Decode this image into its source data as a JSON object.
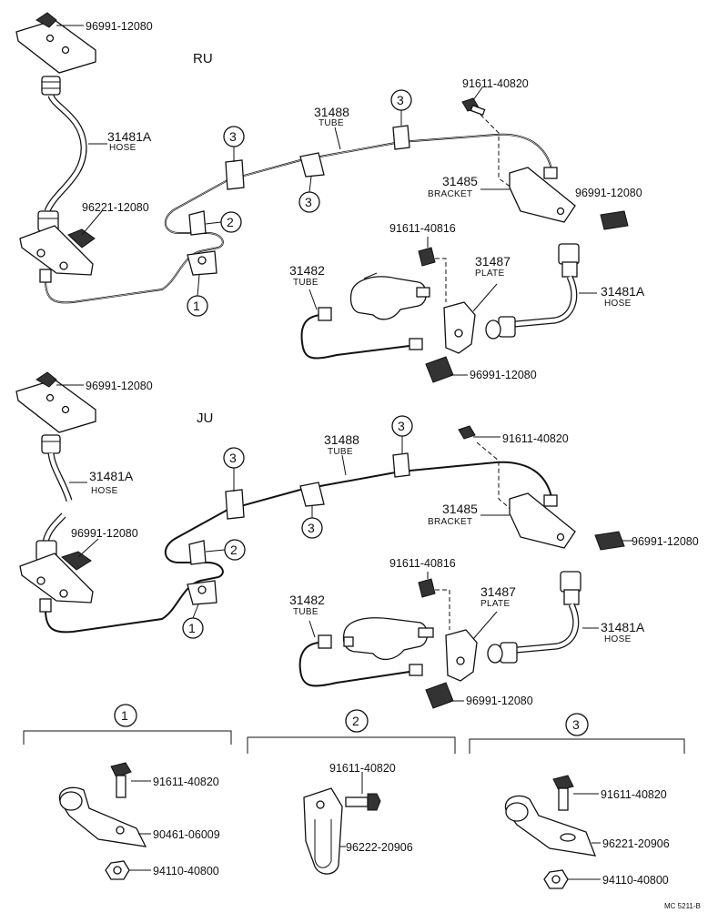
{
  "sections": {
    "ru": {
      "title": "RU",
      "labels": {
        "clip_top": "96991-12080",
        "hose_left": "31481A",
        "hose_left_sub": "HOSE",
        "clip_left": "96221-12080",
        "tube_main": "31488",
        "tube_main_sub": "TUBE",
        "bolt_top": "91611-40820",
        "bracket": "31485",
        "bracket_sub": "BRACKET",
        "clip_right": "96991-12080",
        "bolt_mid": "91611-40816",
        "tube_small": "31482",
        "tube_small_sub": "TUBE",
        "plate": "31487",
        "plate_sub": "PLATE",
        "hose_right": "31481A",
        "hose_right_sub": "HOSE",
        "clip_bottom": "96991-12080"
      }
    },
    "ju": {
      "title": "JU",
      "labels": {
        "clip_top": "96991-12080",
        "hose_left": "31481A",
        "hose_left_sub": "HOSE",
        "clip_left": "96991-12080",
        "tube_main": "31488",
        "tube_main_sub": "TUBE",
        "bolt_top": "91611-40820",
        "bracket": "31485",
        "bracket_sub": "BRACKET",
        "clip_right": "96991-12080",
        "bolt_mid": "91611-40816",
        "tube_small": "31482",
        "tube_small_sub": "TUBE",
        "plate": "31487",
        "plate_sub": "PLATE",
        "hose_right": "31481A",
        "hose_right_sub": "HOSE",
        "clip_bottom": "96991-12080"
      }
    }
  },
  "callouts": {
    "c1": "1",
    "c2": "2",
    "c3": "3"
  },
  "details": {
    "d1": {
      "num": "1",
      "bolt": "91611-40820",
      "clamp": "90461-06009",
      "nut": "94110-40800"
    },
    "d2": {
      "num": "2",
      "bolt": "91611-40820",
      "clamp": "96222-20906"
    },
    "d3": {
      "num": "3",
      "bolt": "91611-40820",
      "clamp": "96221-20906",
      "nut": "94110-40800"
    }
  },
  "footer": {
    "code": "MC 5211-B"
  }
}
